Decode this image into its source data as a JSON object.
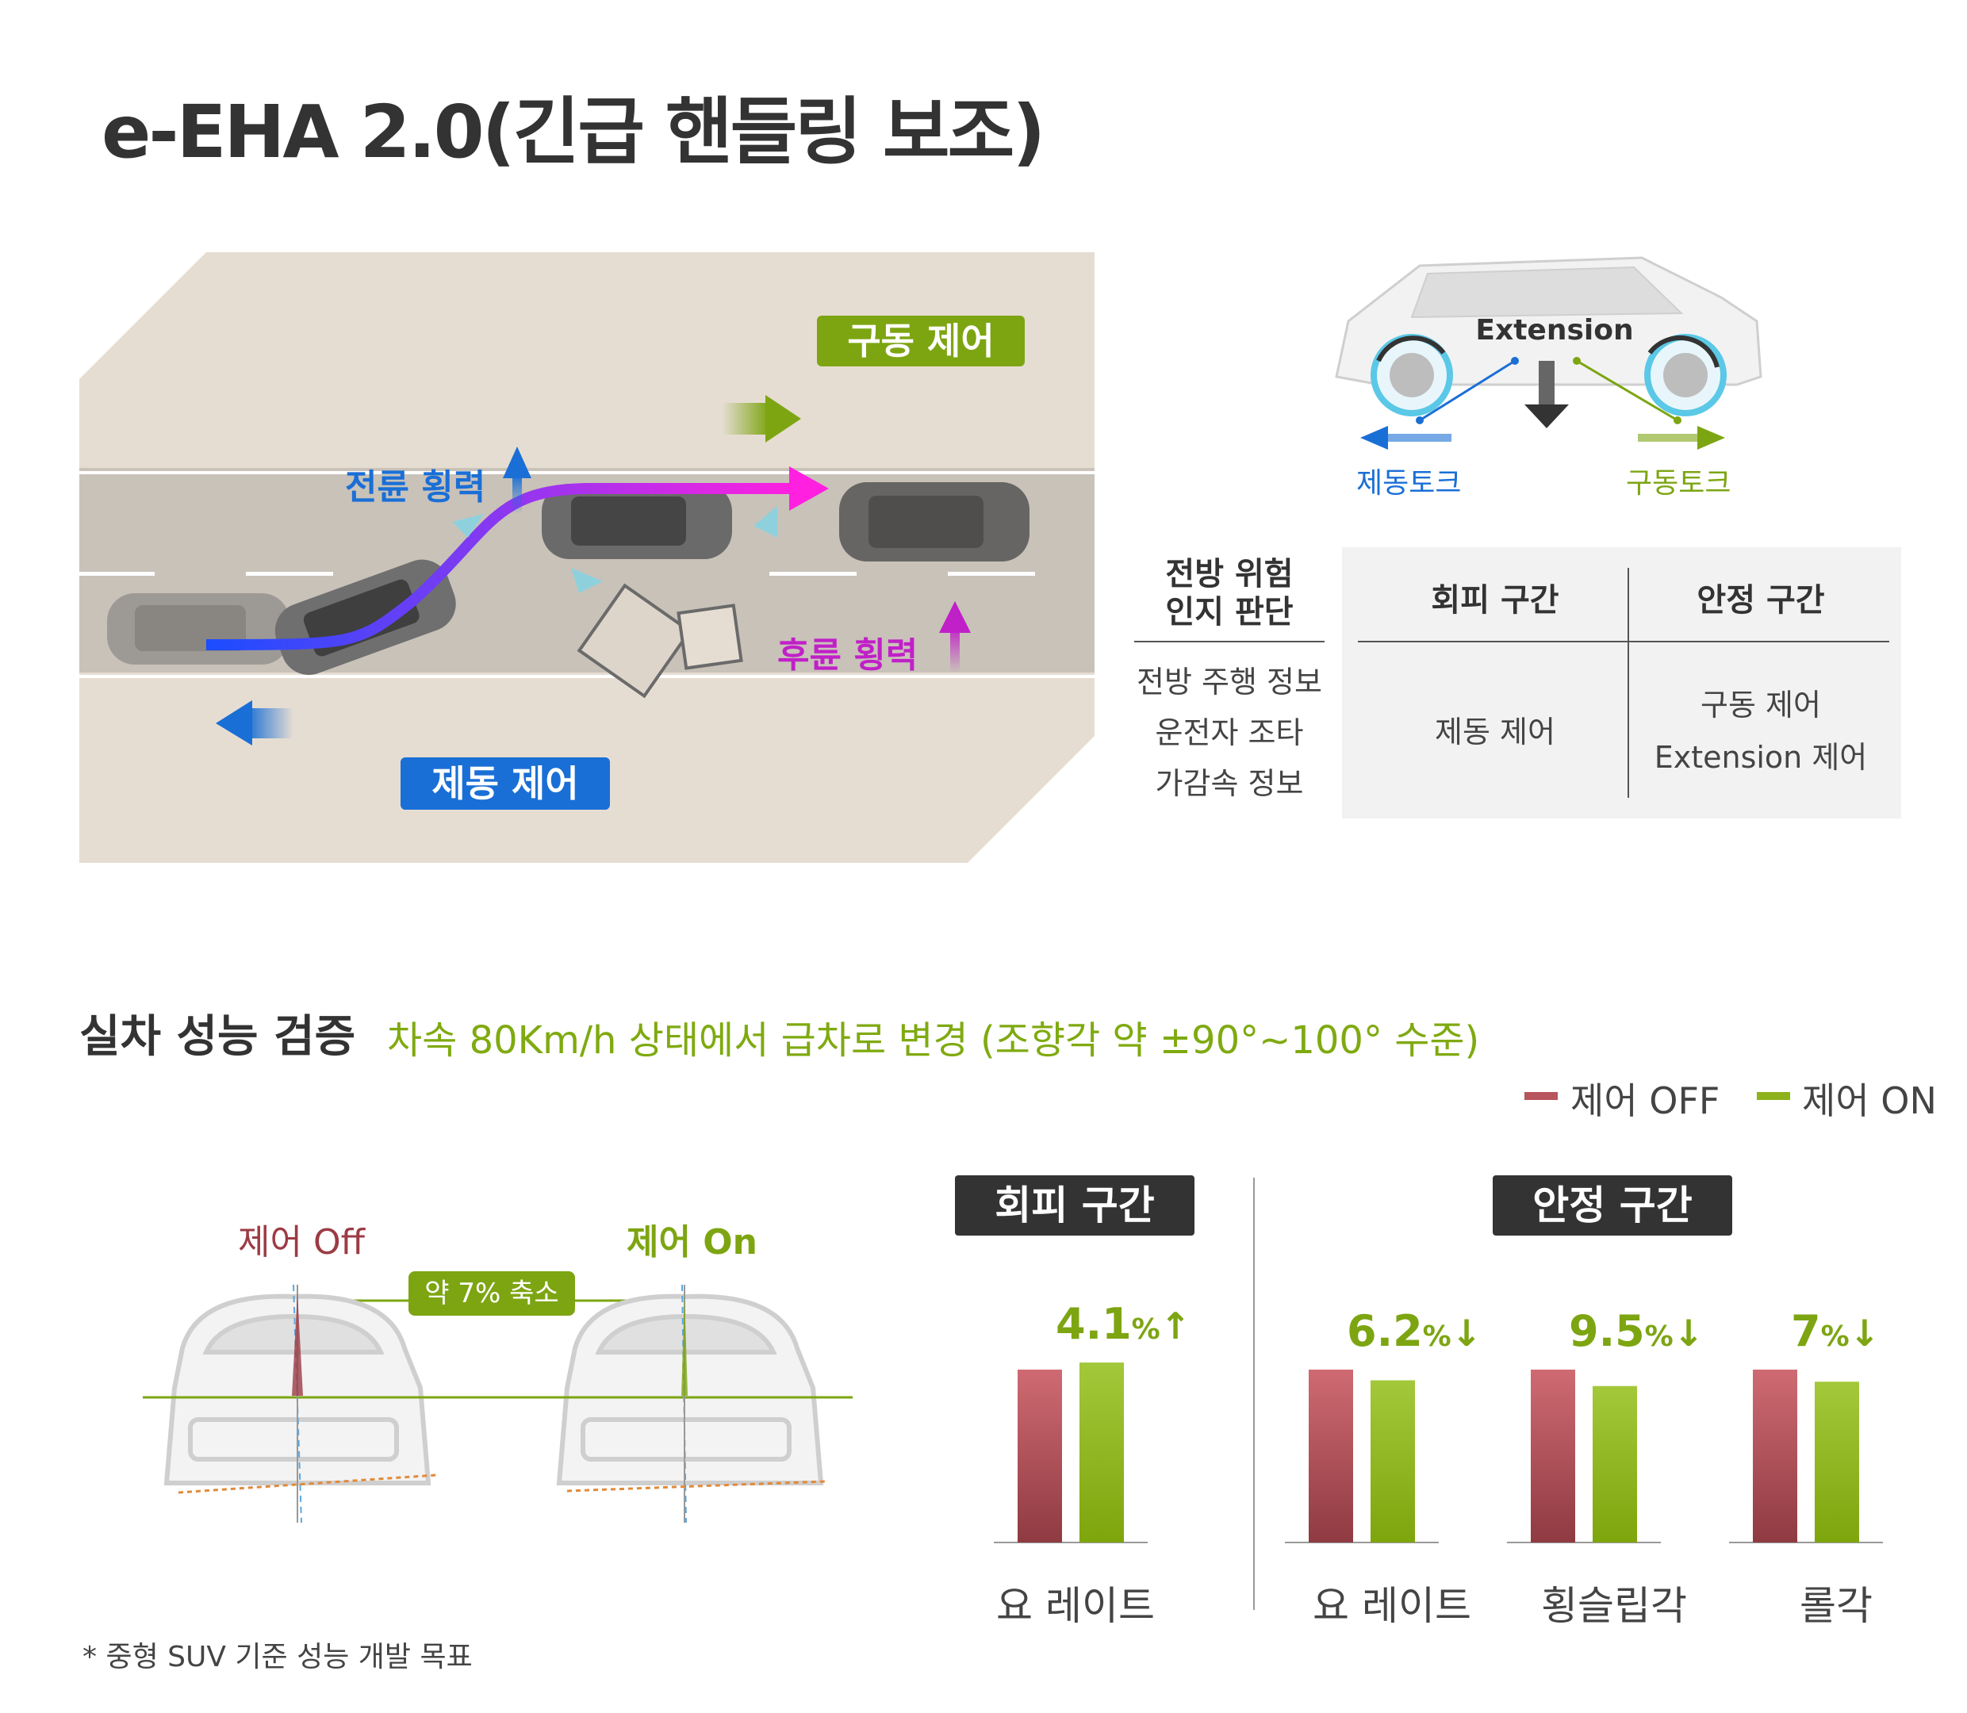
{
  "title": "e-EHA 2.0(긴급 핸들링 보조)",
  "road": {
    "drive_control": "구동 제어",
    "brake_control": "제동 제어",
    "front_lateral": "전륜 횡력",
    "rear_lateral": "후륜 횡력"
  },
  "car_diagram": {
    "extension": "Extension",
    "brake_torque": "제동토크",
    "drive_torque": "구동토크"
  },
  "table": {
    "left_header": "전방 위험\n인지 판단",
    "left_items": [
      "전방 주행 정보",
      "운전자 조타",
      "가감속 정보"
    ],
    "col1_header": "회피 구간",
    "col1_body": "제동 제어",
    "col2_header": "안정 구간",
    "col2_body_1": "구동 제어",
    "col2_body_2": "Extension 제어"
  },
  "section": {
    "title": "실차 성능 검증",
    "subtitle": "차속 80Km/h 상태에서 급차로 변경 (조향각 약 ±90°~100° 수준)"
  },
  "legend": {
    "off": "제어 OFF",
    "on": "제어 ON"
  },
  "comparison": {
    "off_label": "제어 Off",
    "on_label": "제어 On",
    "reduction": "약 7% 축소"
  },
  "colors": {
    "off": "#b8555e",
    "on": "#8db21c",
    "blue": "#1a6fd6",
    "green_pill": "#7da512",
    "magenta": "#c020c8"
  },
  "chart_data": {
    "type": "bar",
    "groups": [
      {
        "name": "회피 구간",
        "categories": [
          "요 레이트"
        ]
      },
      {
        "name": "안정 구간",
        "categories": [
          "요 레이트",
          "횡슬립각",
          "롤각"
        ]
      }
    ],
    "categories": [
      "요 레이트",
      "요 레이트",
      "횡슬립각",
      "롤각"
    ],
    "series": [
      {
        "name": "제어 OFF",
        "values": [
          100,
          100,
          100,
          100
        ]
      },
      {
        "name": "제어 ON",
        "values": [
          104.1,
          93.8,
          90.5,
          93
        ]
      }
    ],
    "annotations": [
      {
        "value": "4.1",
        "unit": "%",
        "direction": "up"
      },
      {
        "value": "6.2",
        "unit": "%",
        "direction": "down"
      },
      {
        "value": "9.5",
        "unit": "%",
        "direction": "down"
      },
      {
        "value": "7",
        "unit": "%",
        "direction": "down"
      }
    ]
  },
  "footnote": "* 중형 SUV 기준 성능 개발 목표"
}
